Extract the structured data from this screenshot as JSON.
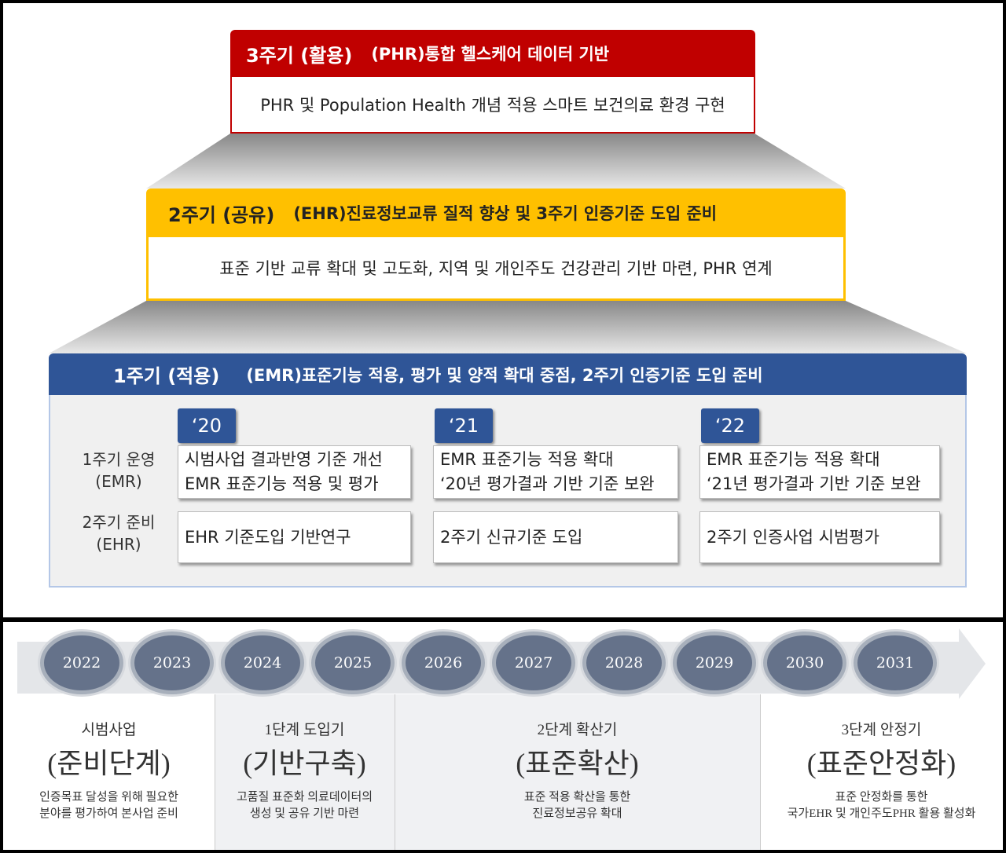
{
  "cycles": [
    {
      "label": "3주기 (활용)",
      "title": "(PHR)통합 헬스케어 데이터 기반",
      "desc": "PHR 및 Population Health 개념 적용 스마트 보건의료 환경 구현",
      "color": "#c00000"
    },
    {
      "label": "2주기 (공유)",
      "title": "(EHR)진료정보교류 질적 향상 및 3주기 인증기준 도입 준비",
      "desc": "표준 기반 교류 확대 및 고도화, 지역 및 개인주도 건강관리 기반 마련, PHR 연계",
      "color": "#ffc000"
    },
    {
      "label": "1주기 (적용)",
      "title": "(EMR)표준기능 적용, 평가 및 양적 확대 중점, 2주기 인증기준 도입 준비",
      "color": "#2f5597"
    }
  ],
  "cycle1": {
    "rows": [
      {
        "line1": "1주기 운영",
        "line2": "(EMR)"
      },
      {
        "line1": "2주기 준비",
        "line2": "(EHR)"
      }
    ],
    "years": [
      {
        "year": "‘20",
        "emr": [
          "시범사업 결과반영 기준 개선",
          "EMR 표준기능 적용 및 평가"
        ],
        "ehr": "EHR 기준도입 기반연구"
      },
      {
        "year": "‘21",
        "emr": [
          "EMR 표준기능 적용 확대",
          "‘20년 평가결과 기반 기준 보완"
        ],
        "ehr": "2주기 신규기준 도입"
      },
      {
        "year": "‘22",
        "emr": [
          "EMR 표준기능 적용 확대",
          "‘21년 평가결과 기반 기준 보완"
        ],
        "ehr": "2주기 인증사업 시범평가"
      }
    ]
  },
  "timeline": {
    "years": [
      "2022",
      "2023",
      "2024",
      "2025",
      "2026",
      "2027",
      "2028",
      "2029",
      "2030",
      "2031"
    ],
    "phases": [
      {
        "sub": "시범사업",
        "big": "(준비단계)",
        "desc": [
          "인증목표 달성을 위해 필요한",
          "분야를 평가하여 본사업 준비"
        ]
      },
      {
        "sub": "1단계 도입기",
        "big": "(기반구축)",
        "desc": [
          "고품질 표준화 의료데이터의",
          "생성 및 공유 기반 마련"
        ]
      },
      {
        "sub": "2단계 확산기",
        "big": "(표준확산)",
        "desc": [
          "표준 적용 확산을 통한",
          "진료정보공유 확대"
        ]
      },
      {
        "sub": "3단계 안정기",
        "big": "(표준안정화)",
        "desc": [
          "표준 안정화를 통한",
          "국가EHR 및 개인주도PHR 활용 활성화"
        ]
      }
    ]
  }
}
